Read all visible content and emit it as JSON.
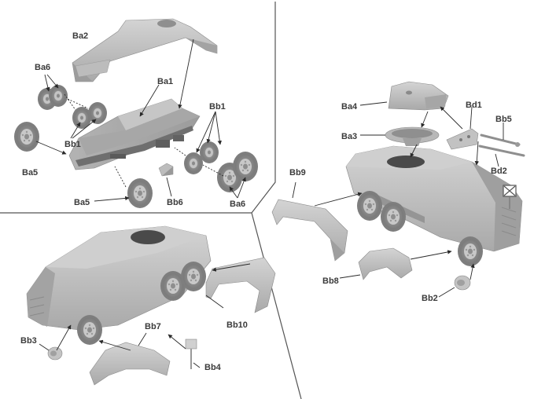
{
  "labels": {
    "ba1": "Ba1",
    "ba2": "Ba2",
    "ba3": "Ba3",
    "ba4": "Ba4",
    "ba5_left": "Ba5",
    "ba5_bottom": "Ba5",
    "ba6_top": "Ba6",
    "ba6_bottom": "Ba6",
    "bb1_left": "Bb1",
    "bb1_right": "Bb1",
    "bb2": "Bb2",
    "bb3": "Bb3",
    "bb4": "Bb4",
    "bb5": "Bb5",
    "bb6": "Bb6",
    "bb7": "Bb7",
    "bb8": "Bb8",
    "bb9": "Bb9",
    "bb10": "Bb10",
    "bd1": "Bd1",
    "bd2": "Bd2"
  },
  "colors": {
    "background": "#ffffff",
    "part_light": "#c9c9c9",
    "part_mid": "#acacac",
    "part_dark": "#6b6b6b",
    "tire": "#858585",
    "leader_line": "#2a2a2a",
    "divider": "#555555"
  }
}
